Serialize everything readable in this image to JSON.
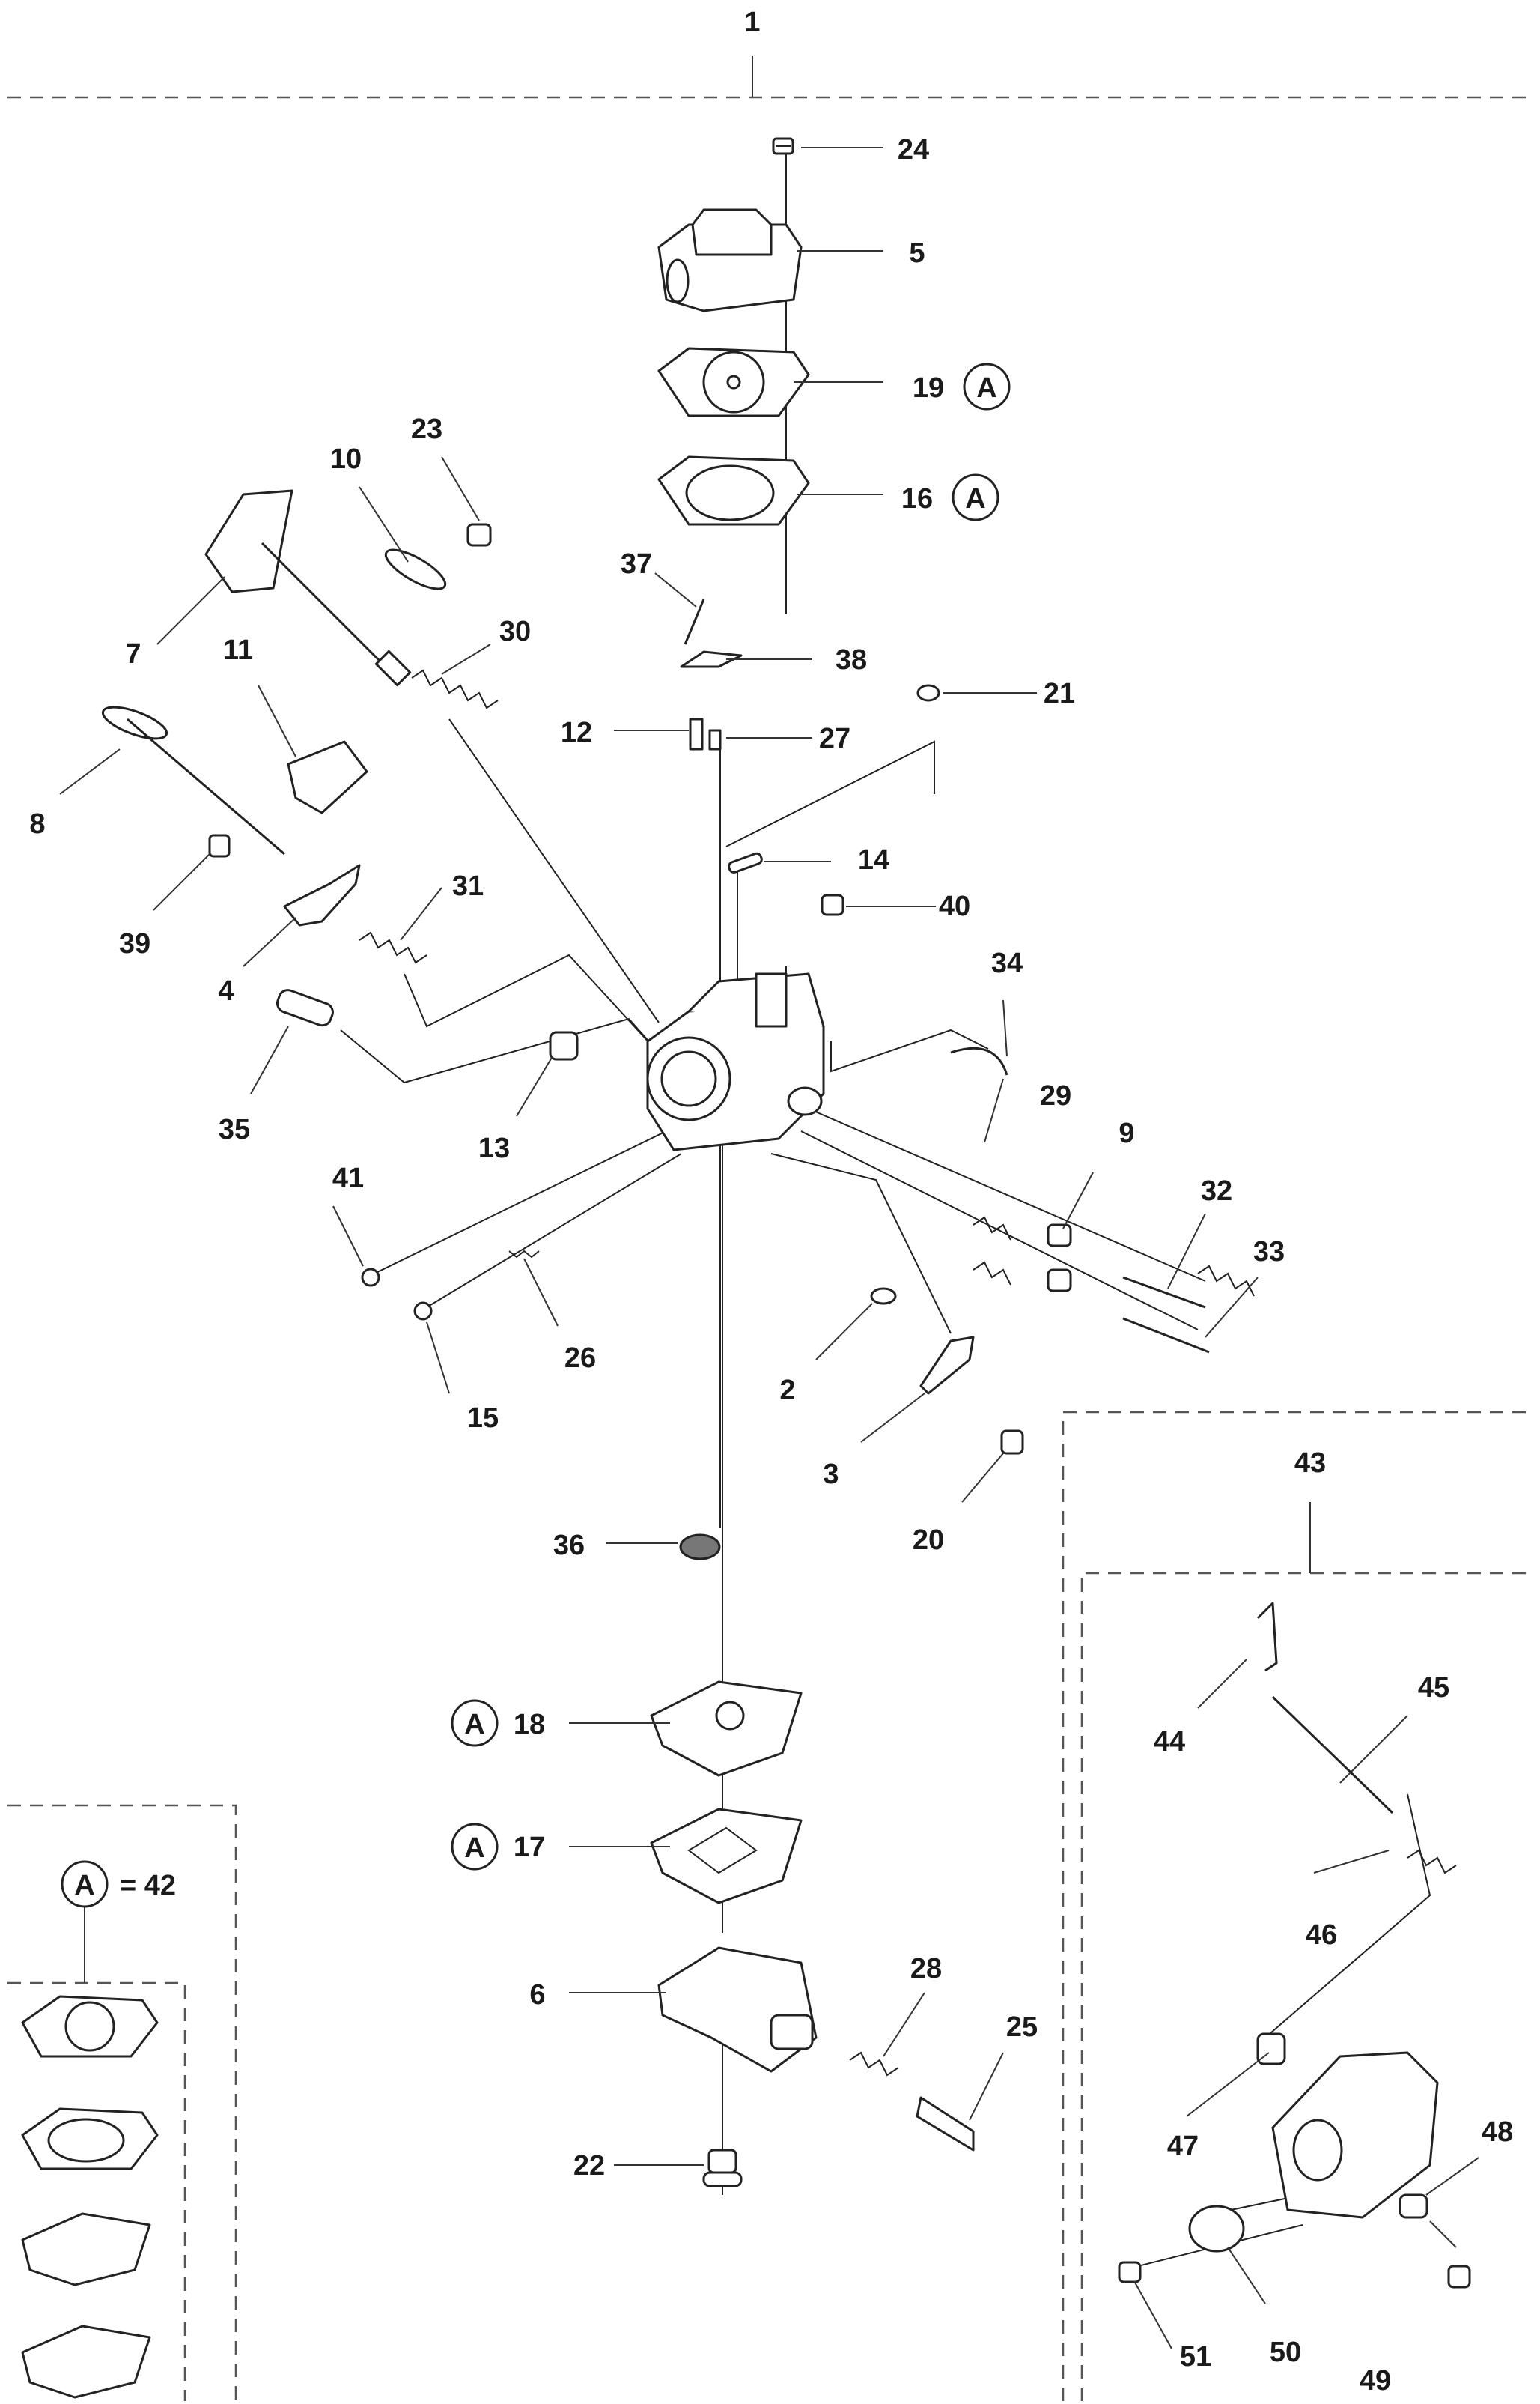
{
  "marker_letter": "A",
  "kit_equation": "= 42",
  "callouts": {
    "c1": "1",
    "c2": "2",
    "c3": "3",
    "c4": "4",
    "c5": "5",
    "c6": "6",
    "c7": "7",
    "c8": "8",
    "c9": "9",
    "c10": "10",
    "c11": "11",
    "c12": "12",
    "c13": "13",
    "c14": "14",
    "c15": "15",
    "c16": "16",
    "c17": "17",
    "c18": "18",
    "c19": "19",
    "c20": "20",
    "c21": "21",
    "c22": "22",
    "c23": "23",
    "c24": "24",
    "c25": "25",
    "c26": "26",
    "c27": "27",
    "c28": "28",
    "c29": "29",
    "c30": "30",
    "c31": "31",
    "c32": "32",
    "c33": "33",
    "c34": "34",
    "c35": "35",
    "c36": "36",
    "c37": "37",
    "c38": "38",
    "c39": "39",
    "c40": "40",
    "c41": "41",
    "c43": "43",
    "c44": "44",
    "c45": "45",
    "c46": "46",
    "c47": "47",
    "c48": "48",
    "c49": "49",
    "c50": "50",
    "c51": "51"
  }
}
